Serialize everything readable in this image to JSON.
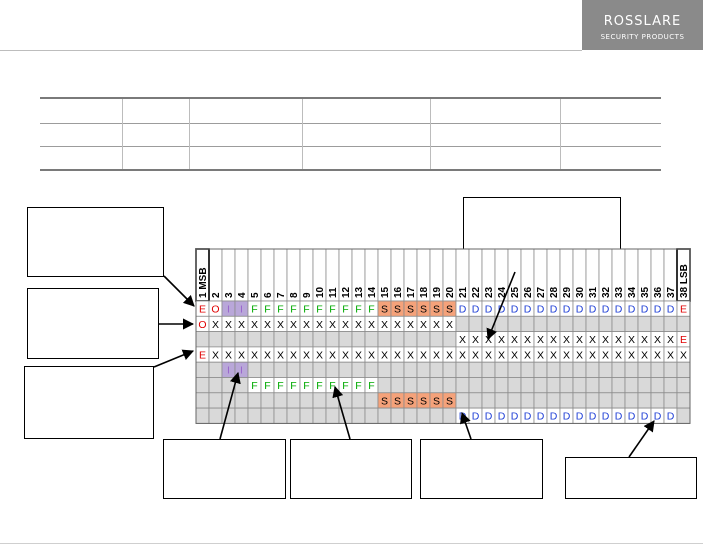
{
  "logo": {
    "brand": "ROSSLARE",
    "tagline": "SECURITY PRODUCTS"
  },
  "grid": {
    "header_first": "1 MSB",
    "header_last": "38 LSB",
    "columns": [
      "1",
      "2",
      "3",
      "4",
      "5",
      "6",
      "7",
      "8",
      "9",
      "10",
      "11",
      "12",
      "13",
      "14",
      "15",
      "16",
      "17",
      "18",
      "19",
      "20",
      "21",
      "22",
      "23",
      "24",
      "25",
      "26",
      "27",
      "28",
      "29",
      "30",
      "31",
      "32",
      "33",
      "34",
      "35",
      "36",
      "37",
      "38"
    ],
    "row1": [
      "E",
      "O",
      "I",
      "I",
      "F",
      "F",
      "F",
      "F",
      "F",
      "F",
      "F",
      "F",
      "F",
      "F",
      "S",
      "S",
      "S",
      "S",
      "S",
      "S",
      "D",
      "D",
      "D",
      "D",
      "D",
      "D",
      "D",
      "D",
      "D",
      "D",
      "D",
      "D",
      "D",
      "D",
      "D",
      "D",
      "D",
      "E"
    ],
    "row_even_parity": {
      "label": "O",
      "start": 2,
      "end": 20,
      "symbol": "X"
    },
    "row_odd_parity": {
      "start": 21,
      "end": 37,
      "symbol": "X",
      "end_label": "E"
    },
    "row_all": {
      "start_label": "E",
      "start": 2,
      "end": 38,
      "symbol": "X"
    },
    "row_issue": {
      "start": 3,
      "end": 4,
      "symbol": "I"
    },
    "row_facility": {
      "start": 5,
      "end": 14,
      "symbol": "F"
    },
    "row_site": {
      "start": 15,
      "end": 20,
      "symbol": "S"
    },
    "row_card": {
      "start": 21,
      "end": 37,
      "symbol": "D"
    }
  },
  "colors": {
    "E": "#e00000",
    "O": "#e00000",
    "I": "#9966cc",
    "F": "#00aa00",
    "S": "#000000",
    "D": "#1f3fd6",
    "X": "#000000",
    "I_bg": "#b9a7d9",
    "S_bg": "#f5a27a",
    "D_bg": "#ffffff",
    "F_bg": "#ffffff",
    "X_bg": "#ffffff",
    "empty_bg": "#d9d9d9",
    "grid_line": "#8c8c8c"
  }
}
